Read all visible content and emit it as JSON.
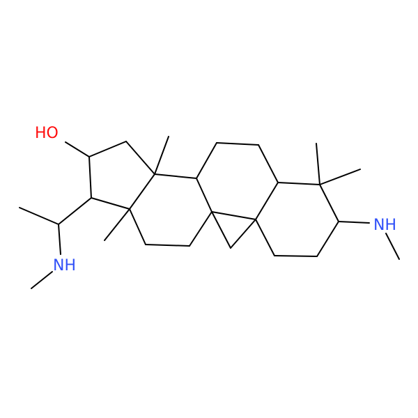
{
  "molecule": {
    "colors": {
      "bond": "#000000",
      "oxygen": "#ff0d0d",
      "nitrogen": "#3050f8",
      "background": "#ffffff"
    },
    "labels": {
      "hydroxyl": "HO",
      "amine_right": "NH",
      "amine_left": "NH"
    }
  }
}
